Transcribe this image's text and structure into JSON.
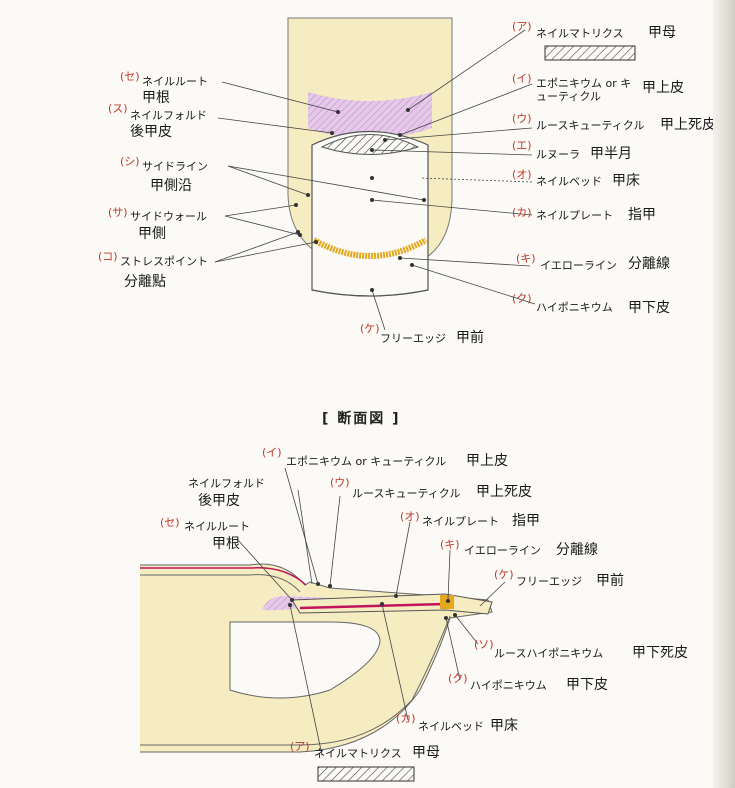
{
  "top_diagram": {
    "labels": [
      {
        "mark": "(ア)",
        "katakana": "ネイルマトリクス",
        "kanji": "甲母"
      },
      {
        "mark": "(イ)",
        "katakana": "エポニキウム or キューティクル",
        "kanji": "甲上皮"
      },
      {
        "mark": "(ウ)",
        "katakana": "ルースキューティクル",
        "kanji": "甲上死皮"
      },
      {
        "mark": "(エ)",
        "katakana": "ルヌーラ",
        "kanji": "甲半月"
      },
      {
        "mark": "(オ)",
        "katakana": "ネイルベッド",
        "kanji": "甲床"
      },
      {
        "mark": "(カ)",
        "katakana": "ネイルプレート",
        "kanji": "指甲"
      },
      {
        "mark": "(キ)",
        "katakana": "イエローライン",
        "kanji": "分離線"
      },
      {
        "mark": "(ク)",
        "katakana": "ハイポニキウム",
        "kanji": "甲下皮"
      },
      {
        "mark": "(ケ)",
        "katakana": "フリーエッジ",
        "kanji": "甲前"
      },
      {
        "mark": "(コ)",
        "katakana": "ストレスポイント",
        "kanji": "分離點"
      },
      {
        "mark": "(サ)",
        "katakana": "サイドウォール",
        "kanji": "甲側"
      },
      {
        "mark": "(シ)",
        "katakana": "サイドライン",
        "kanji": "甲側沿"
      },
      {
        "mark": "(ス)",
        "katakana": "ネイルフォルド",
        "kanji": "後甲皮"
      },
      {
        "mark": "(セ)",
        "katakana": "ネイルルート",
        "kanji": "甲根"
      }
    ]
  },
  "section_title": "[ 断面図 ]",
  "bottom_diagram": {
    "labels": [
      {
        "mark": "(イ)",
        "katakana": "エポニキウム or キューティクル",
        "kanji": "甲上皮"
      },
      {
        "mark": "",
        "katakana": "ネイルフォルド",
        "kanji": "後甲皮"
      },
      {
        "mark": "(ウ)",
        "katakana": "ルースキューティクル",
        "kanji": "甲上死皮"
      },
      {
        "mark": "(セ)",
        "katakana": "ネイルルート",
        "kanji": "甲根"
      },
      {
        "mark": "(オ)",
        "katakana": "ネイルプレート",
        "kanji": "指甲"
      },
      {
        "mark": "(キ)",
        "katakana": "イエローライン",
        "kanji": "分離線"
      },
      {
        "mark": "(ケ)",
        "katakana": "フリーエッジ",
        "kanji": "甲前"
      },
      {
        "mark": "(ソ)",
        "katakana": "ルースハイポニキウム",
        "kanji": "甲下死皮"
      },
      {
        "mark": "(ク)",
        "katakana": "ハイポニキウム",
        "kanji": "甲下皮"
      },
      {
        "mark": "(カ)",
        "katakana": "ネイルベッド",
        "kanji": "甲床"
      },
      {
        "mark": "(ア)",
        "katakana": "ネイルマトリクス",
        "kanji": "甲母"
      }
    ]
  },
  "colors": {
    "skin": "#f6ecc2",
    "matrix_pink": "#e6c8ea",
    "yellow_line": "#e3a81c",
    "nail_bed_red": "#c0155e",
    "mark_red": "#c0392b"
  }
}
